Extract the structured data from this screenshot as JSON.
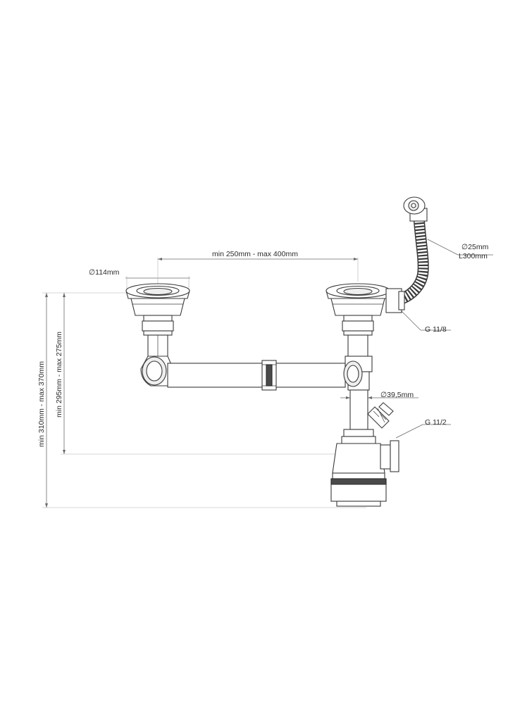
{
  "dimensions": {
    "strainer_diameter": "∅114mm",
    "bowl_spacing": "min 250mm - max 400mm",
    "hose_diameter": "∅25mm",
    "hose_length": "L300mm",
    "overflow_thread": "G 11/8",
    "pipe_diameter": "∅39,5mm",
    "outlet_thread": "G 11/2",
    "height_outer": "min 310mm - max 370mm",
    "height_inner": "min 295mm - max 275mm"
  }
}
